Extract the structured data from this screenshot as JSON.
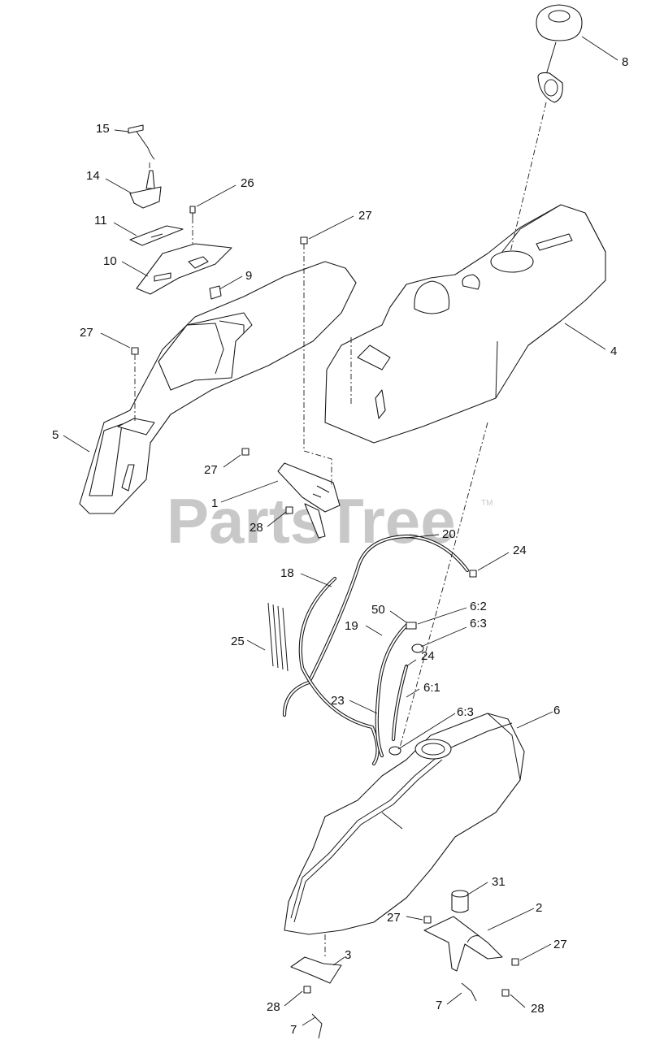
{
  "watermark": {
    "text": "PartsTree",
    "trademark": "TM"
  },
  "callouts": [
    {
      "id": "c8",
      "label": "8"
    },
    {
      "id": "c15",
      "label": "15"
    },
    {
      "id": "c14",
      "label": "14"
    },
    {
      "id": "c26",
      "label": "26"
    },
    {
      "id": "c27a",
      "label": "27"
    },
    {
      "id": "c11",
      "label": "11"
    },
    {
      "id": "c10",
      "label": "10"
    },
    {
      "id": "c9",
      "label": "9"
    },
    {
      "id": "c27b",
      "label": "27"
    },
    {
      "id": "c4",
      "label": "4"
    },
    {
      "id": "c5",
      "label": "5"
    },
    {
      "id": "c27c",
      "label": "27"
    },
    {
      "id": "c1",
      "label": "1"
    },
    {
      "id": "c28a",
      "label": "28"
    },
    {
      "id": "c20",
      "label": "20"
    },
    {
      "id": "c24a",
      "label": "24"
    },
    {
      "id": "c18",
      "label": "18"
    },
    {
      "id": "c50",
      "label": "50"
    },
    {
      "id": "c62",
      "label": "6:2"
    },
    {
      "id": "c63a",
      "label": "6:3"
    },
    {
      "id": "c19",
      "label": "19"
    },
    {
      "id": "c25",
      "label": "25"
    },
    {
      "id": "c24b",
      "label": "24"
    },
    {
      "id": "c61",
      "label": "6:1"
    },
    {
      "id": "c23",
      "label": "23"
    },
    {
      "id": "c63b",
      "label": "6:3"
    },
    {
      "id": "c6",
      "label": "6"
    },
    {
      "id": "c31",
      "label": "31"
    },
    {
      "id": "c27d",
      "label": "27"
    },
    {
      "id": "c2",
      "label": "2"
    },
    {
      "id": "c27e",
      "label": "27"
    },
    {
      "id": "c3",
      "label": "3"
    },
    {
      "id": "c28b",
      "label": "28"
    },
    {
      "id": "c7a",
      "label": "7"
    },
    {
      "id": "c28c",
      "label": "28"
    },
    {
      "id": "c7b",
      "label": "7"
    }
  ]
}
